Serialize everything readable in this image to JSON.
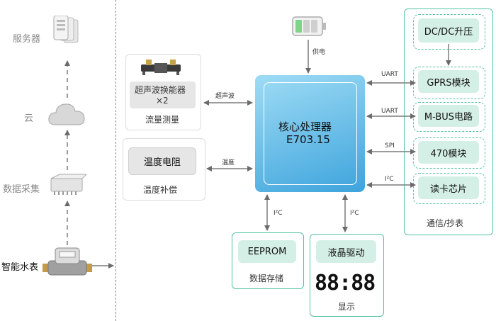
{
  "left_column": {
    "server_label": "服务器",
    "cloud_label": "云",
    "collect_label": "数据采集",
    "meter_label": "智能水表"
  },
  "power": {
    "label": "供电"
  },
  "flow": {
    "transducer_label": "超声波换能器",
    "transducer_count": "×2",
    "caption": "流量测量",
    "link_label": "超声波"
  },
  "temp": {
    "sensor_label": "温度电阻",
    "caption": "温度补偿",
    "link_label": "温度"
  },
  "cpu": {
    "title": "核心处理器",
    "model": "E703.15"
  },
  "comm": {
    "modules": [
      "DC/DC升压",
      "GPRS模块",
      "M-BUS电路",
      "470模块",
      "读卡芯片"
    ],
    "links": [
      "UART",
      "UART",
      "SPI",
      "I²C"
    ],
    "caption": "通信/抄表"
  },
  "storage": {
    "chip_label": "EEPROM",
    "caption": "数据存储",
    "link_label": "I²C"
  },
  "display": {
    "driver_label": "液晶驱动",
    "digits": "88:88",
    "caption": "显示",
    "link_label": "I²C"
  }
}
